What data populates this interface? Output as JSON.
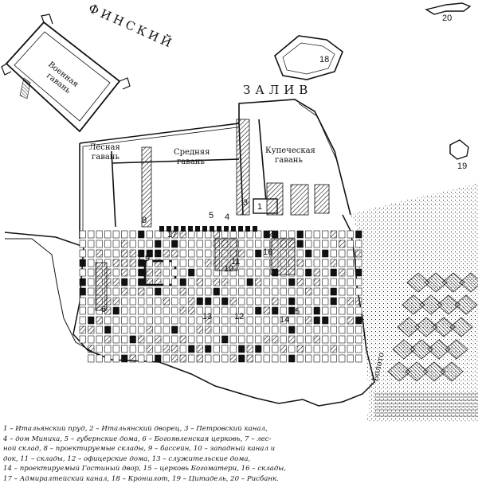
{
  "sea_label": {
    "line1": "ФИНСКИЙ",
    "line2": "ЗАЛИВ"
  },
  "harbors": {
    "military": {
      "l1": "Военная",
      "l2": "гавань"
    },
    "timber": {
      "l1": "Лесная",
      "l2": "гавань"
    },
    "middle": {
      "l1": "Средняя",
      "l2": "гавань"
    },
    "merchant": {
      "l1": "Купеческая",
      "l2": "гавань"
    }
  },
  "swamp_label": "Болото",
  "markers": [
    "1",
    "2",
    "3",
    "4",
    "5",
    "6",
    "7",
    "8",
    "9",
    "10",
    "11",
    "12",
    "13",
    "14",
    "15",
    "16",
    "17",
    "18",
    "19",
    "20"
  ],
  "legend_lines": [
    "1 – Итальянский пруд, 2 – Итальянский дворец, 3 – Петровский канал,",
    "4 – дом Миниха, 5 – губернские дома, 6 – Богоявленская церковь, 7 – лес-",
    "ной склад, 8 – проектируемые склады, 9 – бассейн, 10 – западный канал и",
    "док, 11 – склады, 12 – офицерские дома, 13 – служительские дома,",
    "14 – проектируемый Гостиный двор, 15 – церковь Богоматери, 16 – склады,",
    "17 – Адмиралтейский канал, 18 – Кроншлот, 19 – Цитадель, 20 – Рисбанк."
  ]
}
